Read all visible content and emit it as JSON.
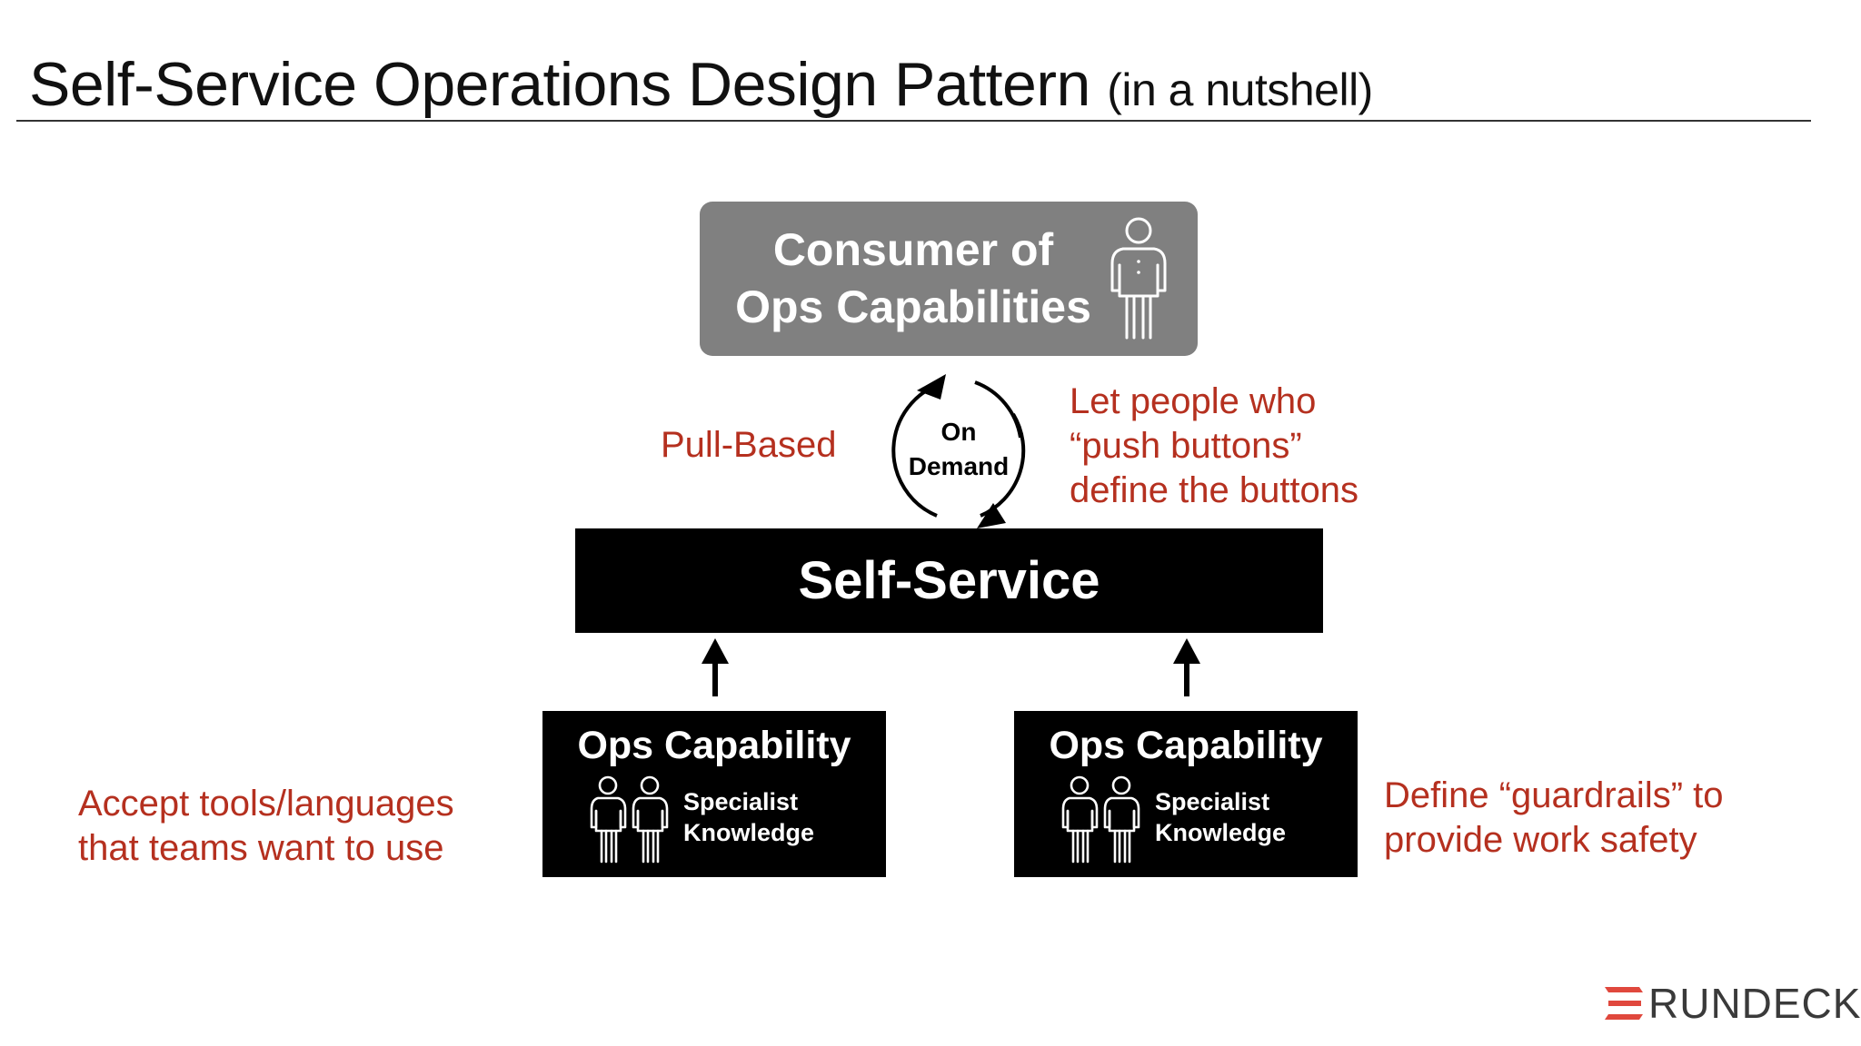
{
  "title": {
    "main": "Self-Service Operations Design Pattern",
    "sub": "(in a nutshell)"
  },
  "consumer": {
    "line1": "Consumer of",
    "line2": "Ops Capabilities"
  },
  "cycle": {
    "line1": "On",
    "line2": "Demand"
  },
  "self_service": "Self-Service",
  "capabilities": [
    {
      "title": "Ops Capability",
      "sub1": "Specialist",
      "sub2": "Knowledge"
    },
    {
      "title": "Ops Capability",
      "sub1": "Specialist",
      "sub2": "Knowledge"
    }
  ],
  "notes": {
    "pull": "Pull-Based",
    "let_people": [
      "Let people who",
      "“push buttons”",
      "define the buttons"
    ],
    "accept": [
      "Accept tools/languages",
      "that teams want to use"
    ],
    "define": [
      "Define “guardrails” to",
      "provide work safety"
    ]
  },
  "logo": "RUNDECK",
  "colors": {
    "accent_red": "#b5301f",
    "consumer_gray": "#808080",
    "box_black": "#000000"
  }
}
